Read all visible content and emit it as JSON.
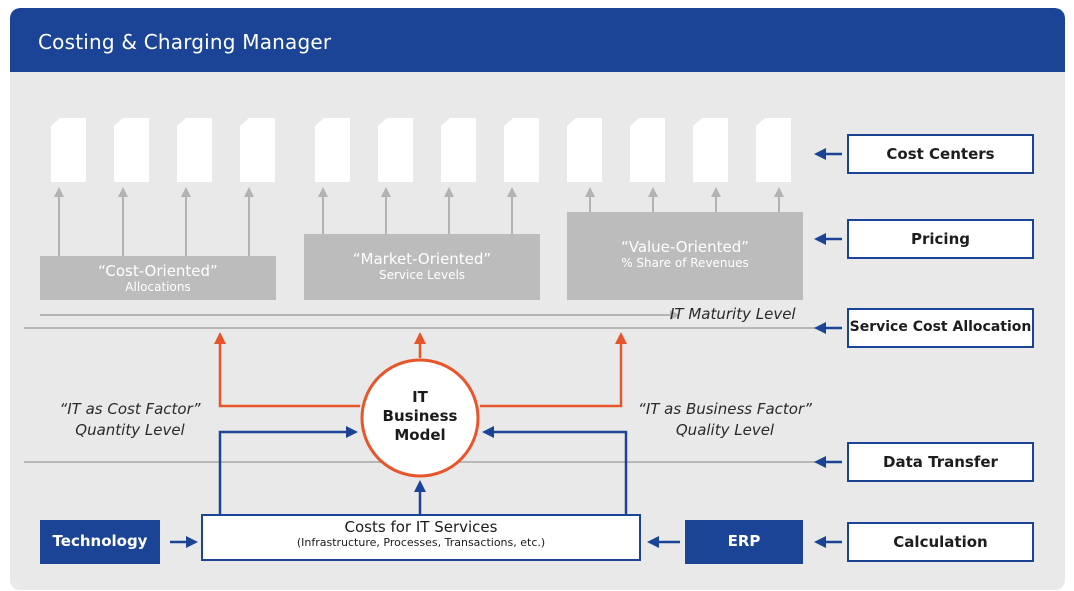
{
  "header": {
    "title": "Costing & Charging Manager"
  },
  "colors": {
    "header_blue": "#1b4496",
    "orange": "#e8552a",
    "grey_box": "#bcbcbc",
    "arrow_grey": "#b3b3b3"
  },
  "orientations": [
    {
      "title": "“Cost-Oriented”",
      "subtitle": "Allocations"
    },
    {
      "title": "“Market-Oriented”",
      "subtitle": "Service Levels"
    },
    {
      "title": "“Value-Oriented”",
      "subtitle": "% Share of Revenues"
    }
  ],
  "maturity_label": "IT Maturity Level",
  "model": {
    "line1": "IT",
    "line2": "Business",
    "line3": "Model"
  },
  "left_factor": {
    "line1": "“IT as Cost Factor”",
    "line2": "Quantity Level"
  },
  "right_factor": {
    "line1": "“IT as Business Factor”",
    "line2": "Quality Level"
  },
  "costs_box": {
    "title": "Costs for IT Services",
    "subtitle": "(Infrastructure, Processes, Transactions, etc.)"
  },
  "technology_label": "Technology",
  "erp_label": "ERP",
  "side_labels": {
    "cost_centers": "Cost Centers",
    "pricing": "Pricing",
    "service_cost_allocation": "Service Cost Allocation",
    "data_transfer": "Data Transfer",
    "calculation": "Calculation"
  }
}
